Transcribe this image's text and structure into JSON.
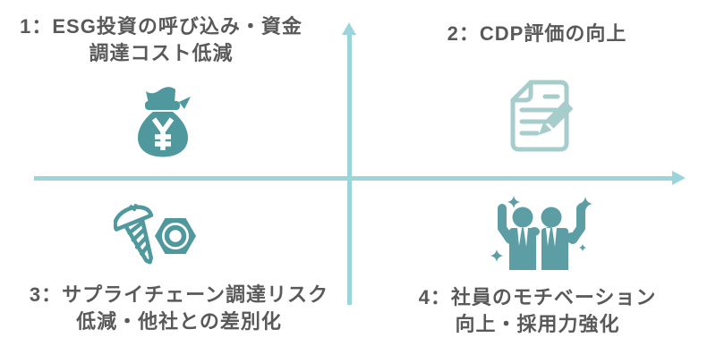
{
  "colors": {
    "background": "#ffffff",
    "axis": "#9cd5d9",
    "text": "#595959",
    "icon_solid": "#4f989e",
    "icon_people": "#5c9ea4",
    "icon_outline": "#a6cccb"
  },
  "quadrants": [
    {
      "position": "top-left",
      "line1": "1：ESG投資の呼び込み・資金",
      "line2": "調達コスト低減",
      "icon": "money-bag-icon"
    },
    {
      "position": "top-right",
      "line1": "2：CDP評価の向上",
      "line2": "",
      "icon": "document-edit-icon"
    },
    {
      "position": "bottom-left",
      "line1": "3：サプライチェーン調達リスク",
      "line2": "低減・他社との差別化",
      "icon": "screw-and-nut-icon"
    },
    {
      "position": "bottom-right",
      "line1": "4：社員のモチベーション",
      "line2": "向上・採用力強化",
      "icon": "celebrating-people-icon"
    }
  ]
}
